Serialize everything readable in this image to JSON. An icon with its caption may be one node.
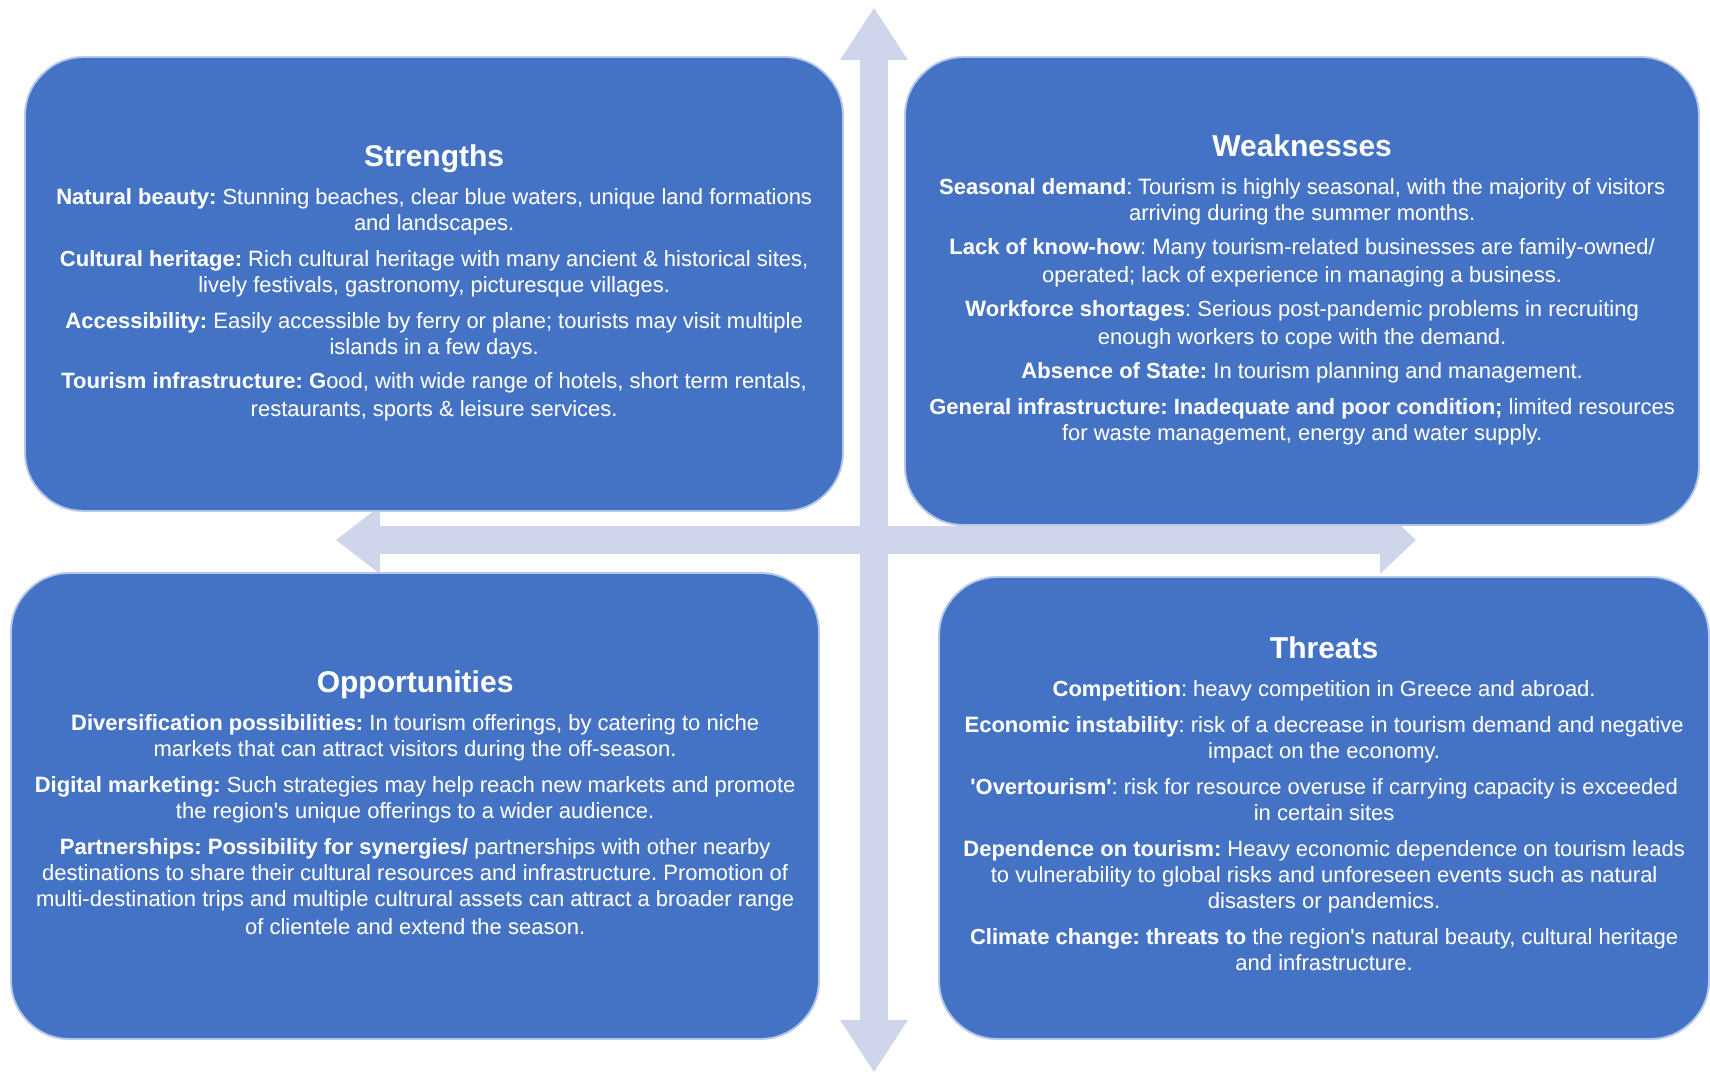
{
  "diagram": {
    "nodes": [
      {
        "text": [
          "Strengths",
          "**Natural beauty:** Stunning beaches, clear blue waters, unique land formations and landscapes.",
          "**Cultural heritage:** Rich cultural heritage with many ancient & historical sites, lively festivals, gastronomy, picturesque villages.",
          "**Accessibility:** Easily accessible by ferry or plane; tourists may visit multiple islands in a few days.",
          "**Tourism infrastructure: G**ood, with wide range of hotels, short term rentals, restaurants, sports & leisure services."
        ]
      },
      {
        "text": [
          "Weaknesses",
          "**Seasonal demand**: Tourism is highly seasonal, with the majority of visitors arriving during the summer months.",
          "**Lack of know-how**: Many tourism-related businesses are family-owned/ operated; lack of experience in managing a business.",
          "**Workforce shortages**: Serious post-pandemic problems in recruiting enough workers to cope with the demand.",
          "**Absence of State:** In tourism planning and management.",
          "**General infrastructure: Inadequate and poor condition;** limited resources for waste management, energy and water supply."
        ]
      },
      {
        "text": [
          "Opportunities",
          "**Diversification possibilities:** In tourism offerings, by catering to niche markets that can attract visitors during the off-season.",
          "**Digital marketing:** Such strategies may help reach new markets and promote the region's unique offerings to a wider audience.",
          "**Partnerships: Possibility for synergies/** partnerships with other nearby destinations to share their cultural resources and  infrastructure. Promotion of multi-destination trips  and multiple cultrural assets can attract a broader range of clientele and extend the season."
        ]
      },
      {
        "text": [
          "Threats",
          "**Competition**: heavy competition in Greece and abroad.",
          "**Economic instability**: risk of a decrease in tourism demand and negative impact on the economy.",
          "**'Overtourism'**: risk for resource overuse if carrying capacity is exceeded in certain sites",
          "**Dependence on tourism:** Heavy economic dependence on tourism leads to vulnerability to  global risks and unforeseen events such as natural disasters or pandemics.",
          "**Climate change: threats to** the region's natural beauty, cultural heritage and infrastructure."
        ]
      }
    ]
  }
}
